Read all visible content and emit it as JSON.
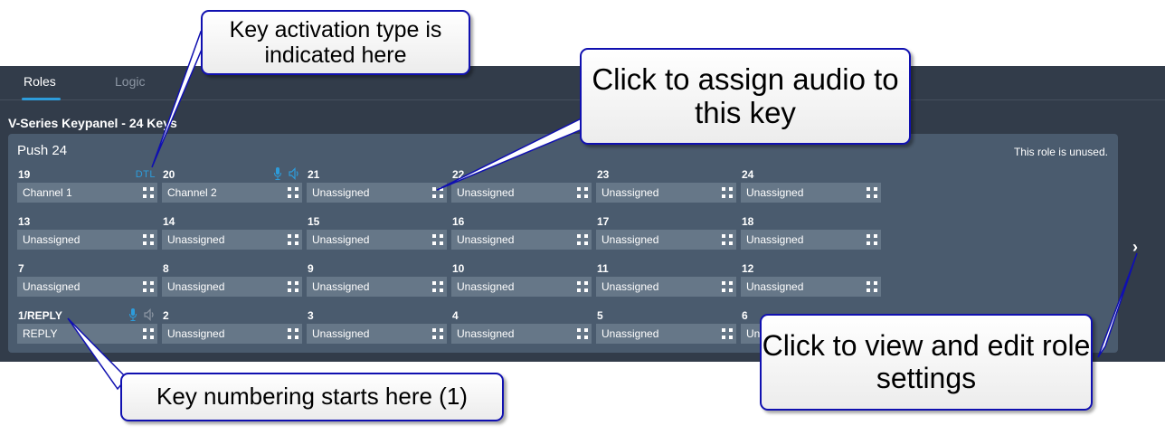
{
  "tabs": [
    {
      "label": "Roles",
      "active": true
    },
    {
      "label": "Logic",
      "active": false
    }
  ],
  "device_title": "V-Series Keypanel - 24 Keys",
  "role": {
    "name": "Push 24",
    "status": "This role is unused."
  },
  "keys": {
    "k19": {
      "number": "19",
      "label": "Channel 1",
      "activation": "DTL"
    },
    "k20": {
      "number": "20",
      "label": "Channel 2",
      "icons": [
        "mic-icon",
        "speaker-icon"
      ]
    },
    "k21": {
      "number": "21",
      "label": "Unassigned"
    },
    "k22": {
      "number": "22",
      "label": "Unassigned"
    },
    "k23": {
      "number": "23",
      "label": "Unassigned"
    },
    "k24": {
      "number": "24",
      "label": "Unassigned"
    },
    "k13": {
      "number": "13",
      "label": "Unassigned"
    },
    "k14": {
      "number": "14",
      "label": "Unassigned"
    },
    "k15": {
      "number": "15",
      "label": "Unassigned"
    },
    "k16": {
      "number": "16",
      "label": "Unassigned"
    },
    "k17": {
      "number": "17",
      "label": "Unassigned"
    },
    "k18": {
      "number": "18",
      "label": "Unassigned"
    },
    "k7": {
      "number": "7",
      "label": "Unassigned"
    },
    "k8": {
      "number": "8",
      "label": "Unassigned"
    },
    "k9": {
      "number": "9",
      "label": "Unassigned"
    },
    "k10": {
      "number": "10",
      "label": "Unassigned"
    },
    "k11": {
      "number": "11",
      "label": "Unassigned"
    },
    "k12": {
      "number": "12",
      "label": "Unassigned"
    },
    "k1": {
      "number": "1/REPLY",
      "label": "REPLY",
      "icons": [
        "mic-icon",
        "speaker-icon"
      ]
    },
    "k2": {
      "number": "2",
      "label": "Unassigned"
    },
    "k3": {
      "number": "3",
      "label": "Unassigned"
    },
    "k4": {
      "number": "4",
      "label": "Unassigned"
    },
    "k5": {
      "number": "5",
      "label": "Unassigned"
    },
    "k6": {
      "number": "6",
      "label": "Unassigned"
    }
  },
  "next_button": {
    "icon": "chevron-right-icon",
    "glyph": "›"
  },
  "callouts": {
    "activation": "Key activation type is indicated here",
    "assign_audio": "Click to assign audio to this key",
    "numbering": "Key numbering starts here (1)",
    "role_settings": "Click to view and edit role settings"
  },
  "colors": {
    "accent": "#2d9cdb",
    "app_bg": "#323c4a",
    "panel_bg": "#4a5b6e",
    "key_bg": "#667788",
    "callout_border": "#1010b0"
  }
}
